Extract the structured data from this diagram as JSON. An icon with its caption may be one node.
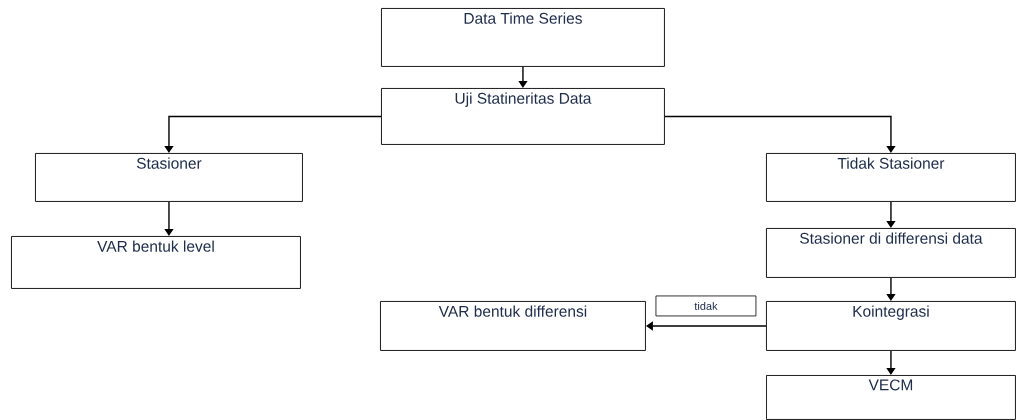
{
  "diagram": {
    "nodes": [
      {
        "text": [
          "Data Time Series"
        ]
      },
      {
        "text": [
          "Uji Statineritas Data"
        ]
      },
      {
        "text": [
          "Stasioner"
        ]
      },
      {
        "text": [
          "VAR bentuk level"
        ]
      },
      {
        "text": [
          "Tidak Stasioner"
        ]
      },
      {
        "text": [
          "Stasioner di differensi data"
        ]
      },
      {
        "text": [
          "VAR bentuk differensi"
        ]
      },
      {
        "text": [
          "Kointegrasi"
        ]
      },
      {
        "text": [
          "VECM"
        ]
      }
    ],
    "edges": [
      {
        "from": 0,
        "to": 1,
        "arrow": "to"
      },
      {
        "from": 1,
        "to": 2,
        "arrow": "to"
      },
      {
        "from": 1,
        "to": 4,
        "arrow": "to"
      },
      {
        "from": 2,
        "to": 3,
        "arrow": "to"
      },
      {
        "from": 4,
        "to": 5,
        "arrow": "to"
      },
      {
        "from": 5,
        "to": 7,
        "arrow": "to"
      },
      {
        "from": 7,
        "to": 6,
        "arrow": "to",
        "label": "tidak"
      },
      {
        "from": 7,
        "to": 8,
        "arrow": "to"
      }
    ]
  }
}
